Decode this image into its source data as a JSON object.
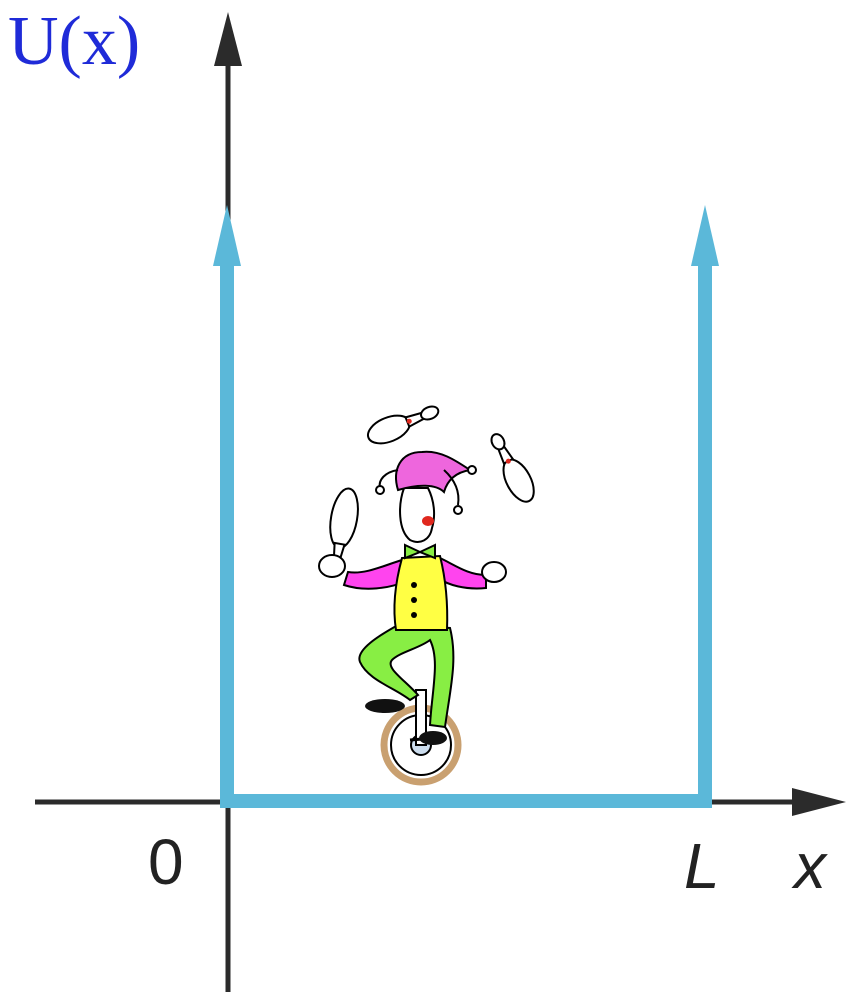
{
  "diagram": {
    "y_axis_label": "U(x)",
    "x_axis_label": "x",
    "origin_label": "0",
    "well_width_label": "L",
    "figure_description_icon": "jester-on-unicycle-juggling-pins"
  },
  "colors": {
    "axes": "#2b2b2b",
    "potential_well": "#5bb8d9",
    "y_label": "#1f2bd8",
    "jester_hat": "#ee66dd",
    "jester_vest": "#ffff44",
    "jester_pants": "#88ee44",
    "jester_sleeves": "#ff44ee",
    "unicycle_wheel": "#c9a070"
  }
}
